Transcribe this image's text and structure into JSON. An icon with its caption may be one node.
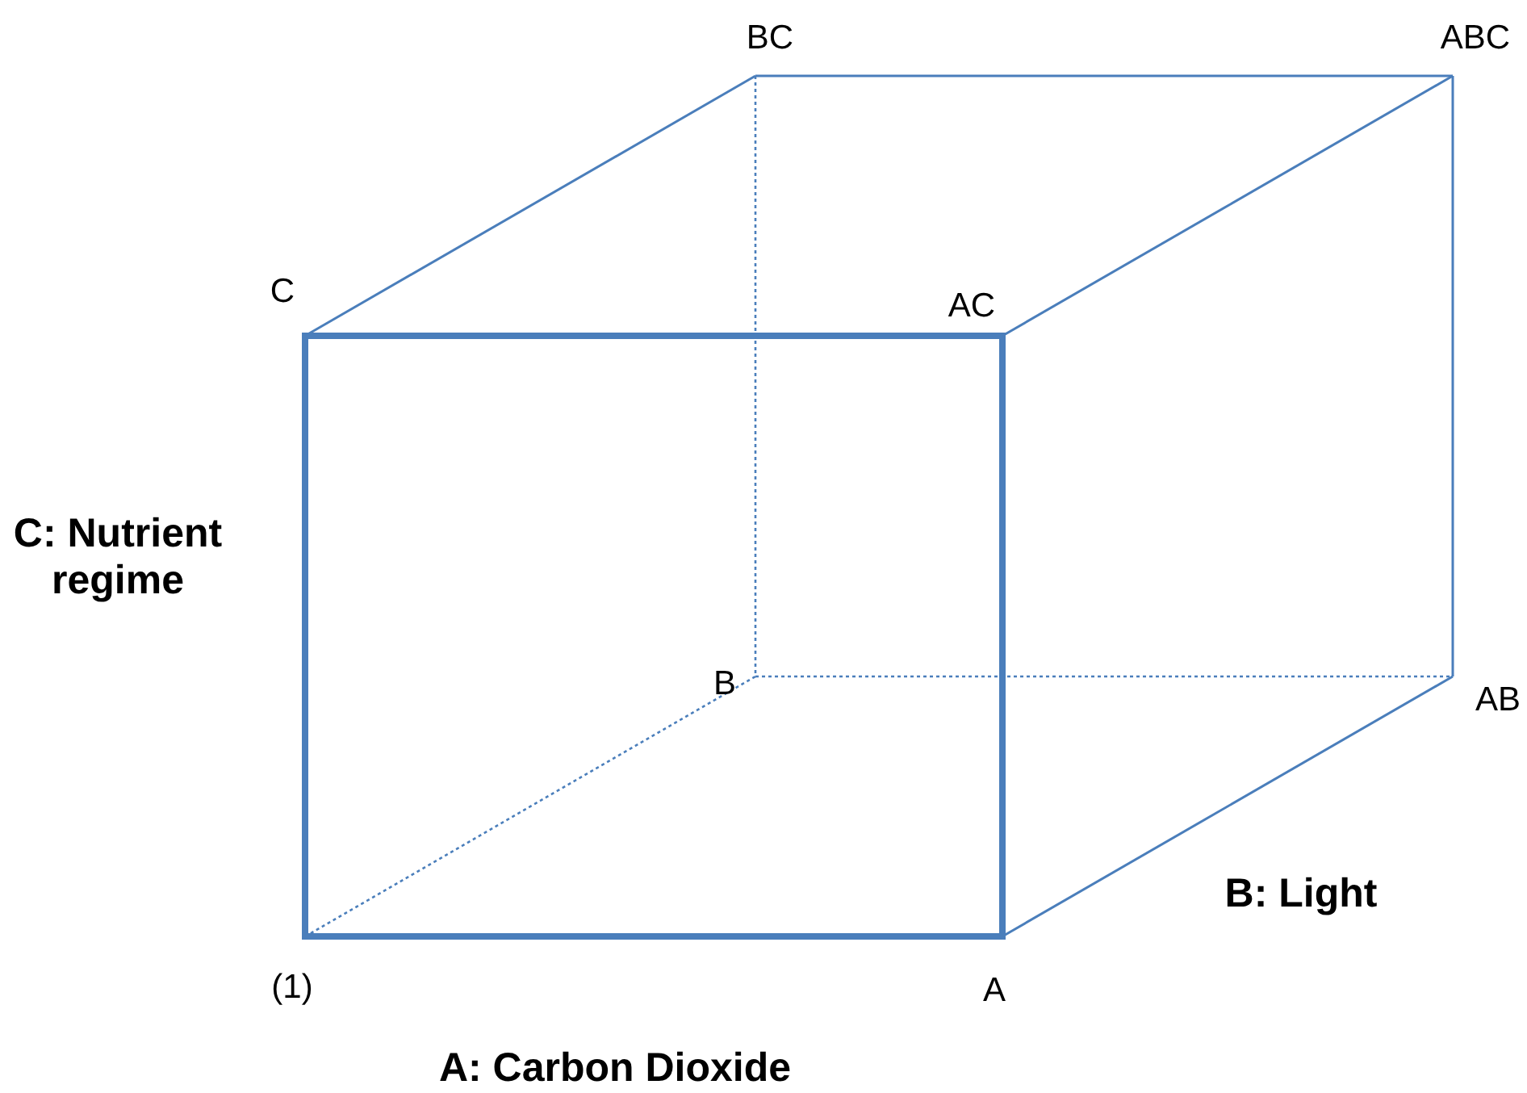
{
  "diagram": {
    "labels": [
      "BC",
      "ABC",
      "C",
      "AC",
      "C: Nutrient regime",
      "B",
      "AB",
      "B: Light",
      "(1)",
      "A",
      "A: Carbon Dioxide"
    ]
  }
}
